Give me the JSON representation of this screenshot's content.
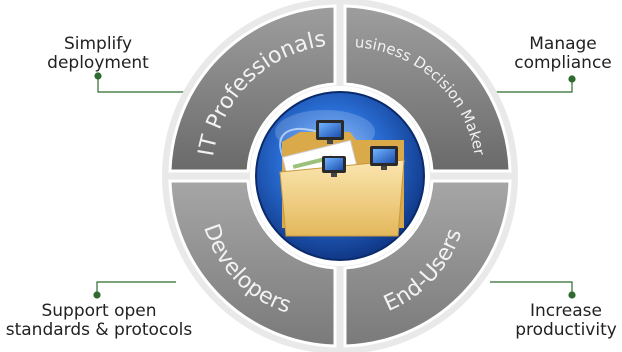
{
  "segments": [
    {
      "id": "it",
      "label": "IT Professionals",
      "callout": [
        "Simplify",
        "deployment"
      ]
    },
    {
      "id": "bdm",
      "label": "Business Decision Makers",
      "callout": [
        "Manage",
        "compliance"
      ]
    },
    {
      "id": "dev",
      "label": "Developers",
      "callout": [
        "Support open",
        "standards & protocols"
      ]
    },
    {
      "id": "end",
      "label": "End-Users",
      "callout": [
        "Increase",
        "productivity"
      ]
    }
  ],
  "center_icon": "folder-network-icon",
  "colors": {
    "segment_gray": "#8a8a8a",
    "segment_dark": "#5d5d5d",
    "center_blue": "#1a56b8",
    "connector_green": "#2f6b2f",
    "folder_yellow": "#f1d28a"
  }
}
